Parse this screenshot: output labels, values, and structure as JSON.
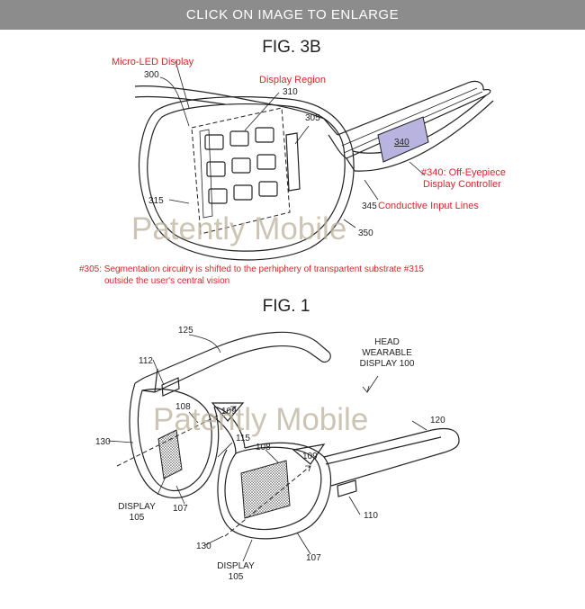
{
  "banner": {
    "text": "CLICK ON IMAGE TO ENLARGE"
  },
  "fig3b": {
    "title": "FIG. 3B",
    "annotations": {
      "micro_led": "Micro-LED Display",
      "display_region": "Display Region",
      "controller_line1": "#340: Off-Eyepiece",
      "controller_line2": "Display Controller",
      "conductive": "Conductive Input Lines",
      "note_line1": "#305: Segmentation circuitry is shifted to the perhiphery of transpartent substrate #315",
      "note_line2": "outside the user's central vision"
    },
    "refs": {
      "r300": "300",
      "r310": "310",
      "r305": "305",
      "r315": "315",
      "r340": "340",
      "r345": "345",
      "r350": "350"
    }
  },
  "fig1": {
    "title": "FIG. 1",
    "hwd_line1": "HEAD",
    "hwd_line2": "WEARABLE",
    "hwd_line3": "DISPLAY 100",
    "refs": {
      "r125": "125",
      "r112": "112",
      "r108a": "108",
      "r109a": "109",
      "r115": "115",
      "r130a": "130",
      "r108b": "108",
      "r109b": "109",
      "r120": "120",
      "r107a": "107",
      "r110": "110",
      "r130b": "130",
      "r107b": "107"
    },
    "display_a": [
      "DISPLAY",
      "105"
    ],
    "display_b": [
      "DISPLAY",
      "105"
    ]
  },
  "watermarks": [
    "Patently Mobile",
    "Patently Mobile"
  ],
  "colors": {
    "banner": "#8c8c8c",
    "annotation": "#d6262b",
    "controller": "#b9b4df",
    "watermark": "#bdb29c"
  }
}
